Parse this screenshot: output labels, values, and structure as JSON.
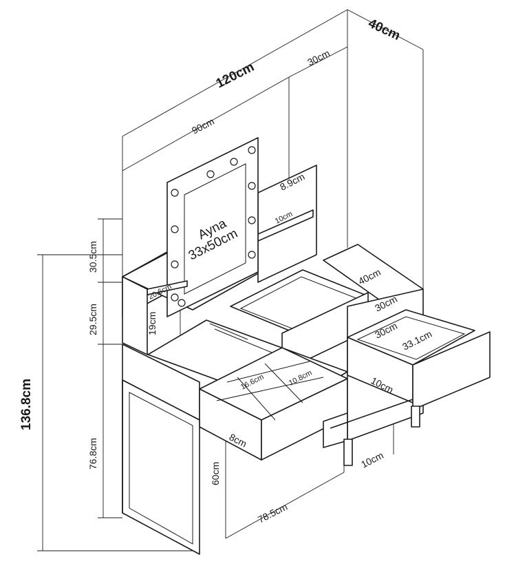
{
  "mirror": {
    "line1": "Ayna",
    "line2": "33x50cm"
  },
  "dimensions": {
    "total_width": "120cm",
    "total_depth": "40cm",
    "mirror_width": "90cm",
    "side_unit_width": "30cm",
    "top_shelf_gap": "8.9cm",
    "top_shelf_height": "10cm",
    "left_shelf_depth": "20.6cm",
    "left_shelf_height": "19cm",
    "upper_section": "30.5cm",
    "middle_section": "29.5cm",
    "lower_section": "76.8cm",
    "total_height": "136.8cm",
    "side_table_depth": "40cm",
    "side_table_width": "30cm",
    "drawer_width": "30cm",
    "drawer_depth": "33.1cm",
    "drawer_height": "10cm",
    "organizer_depth": "16.6cm",
    "organizer_width": "10.8cm",
    "front_drawer_height": "8cm",
    "leg_height": "60cm",
    "side_leg_height": "10cm",
    "desk_width": "78.5cm"
  }
}
